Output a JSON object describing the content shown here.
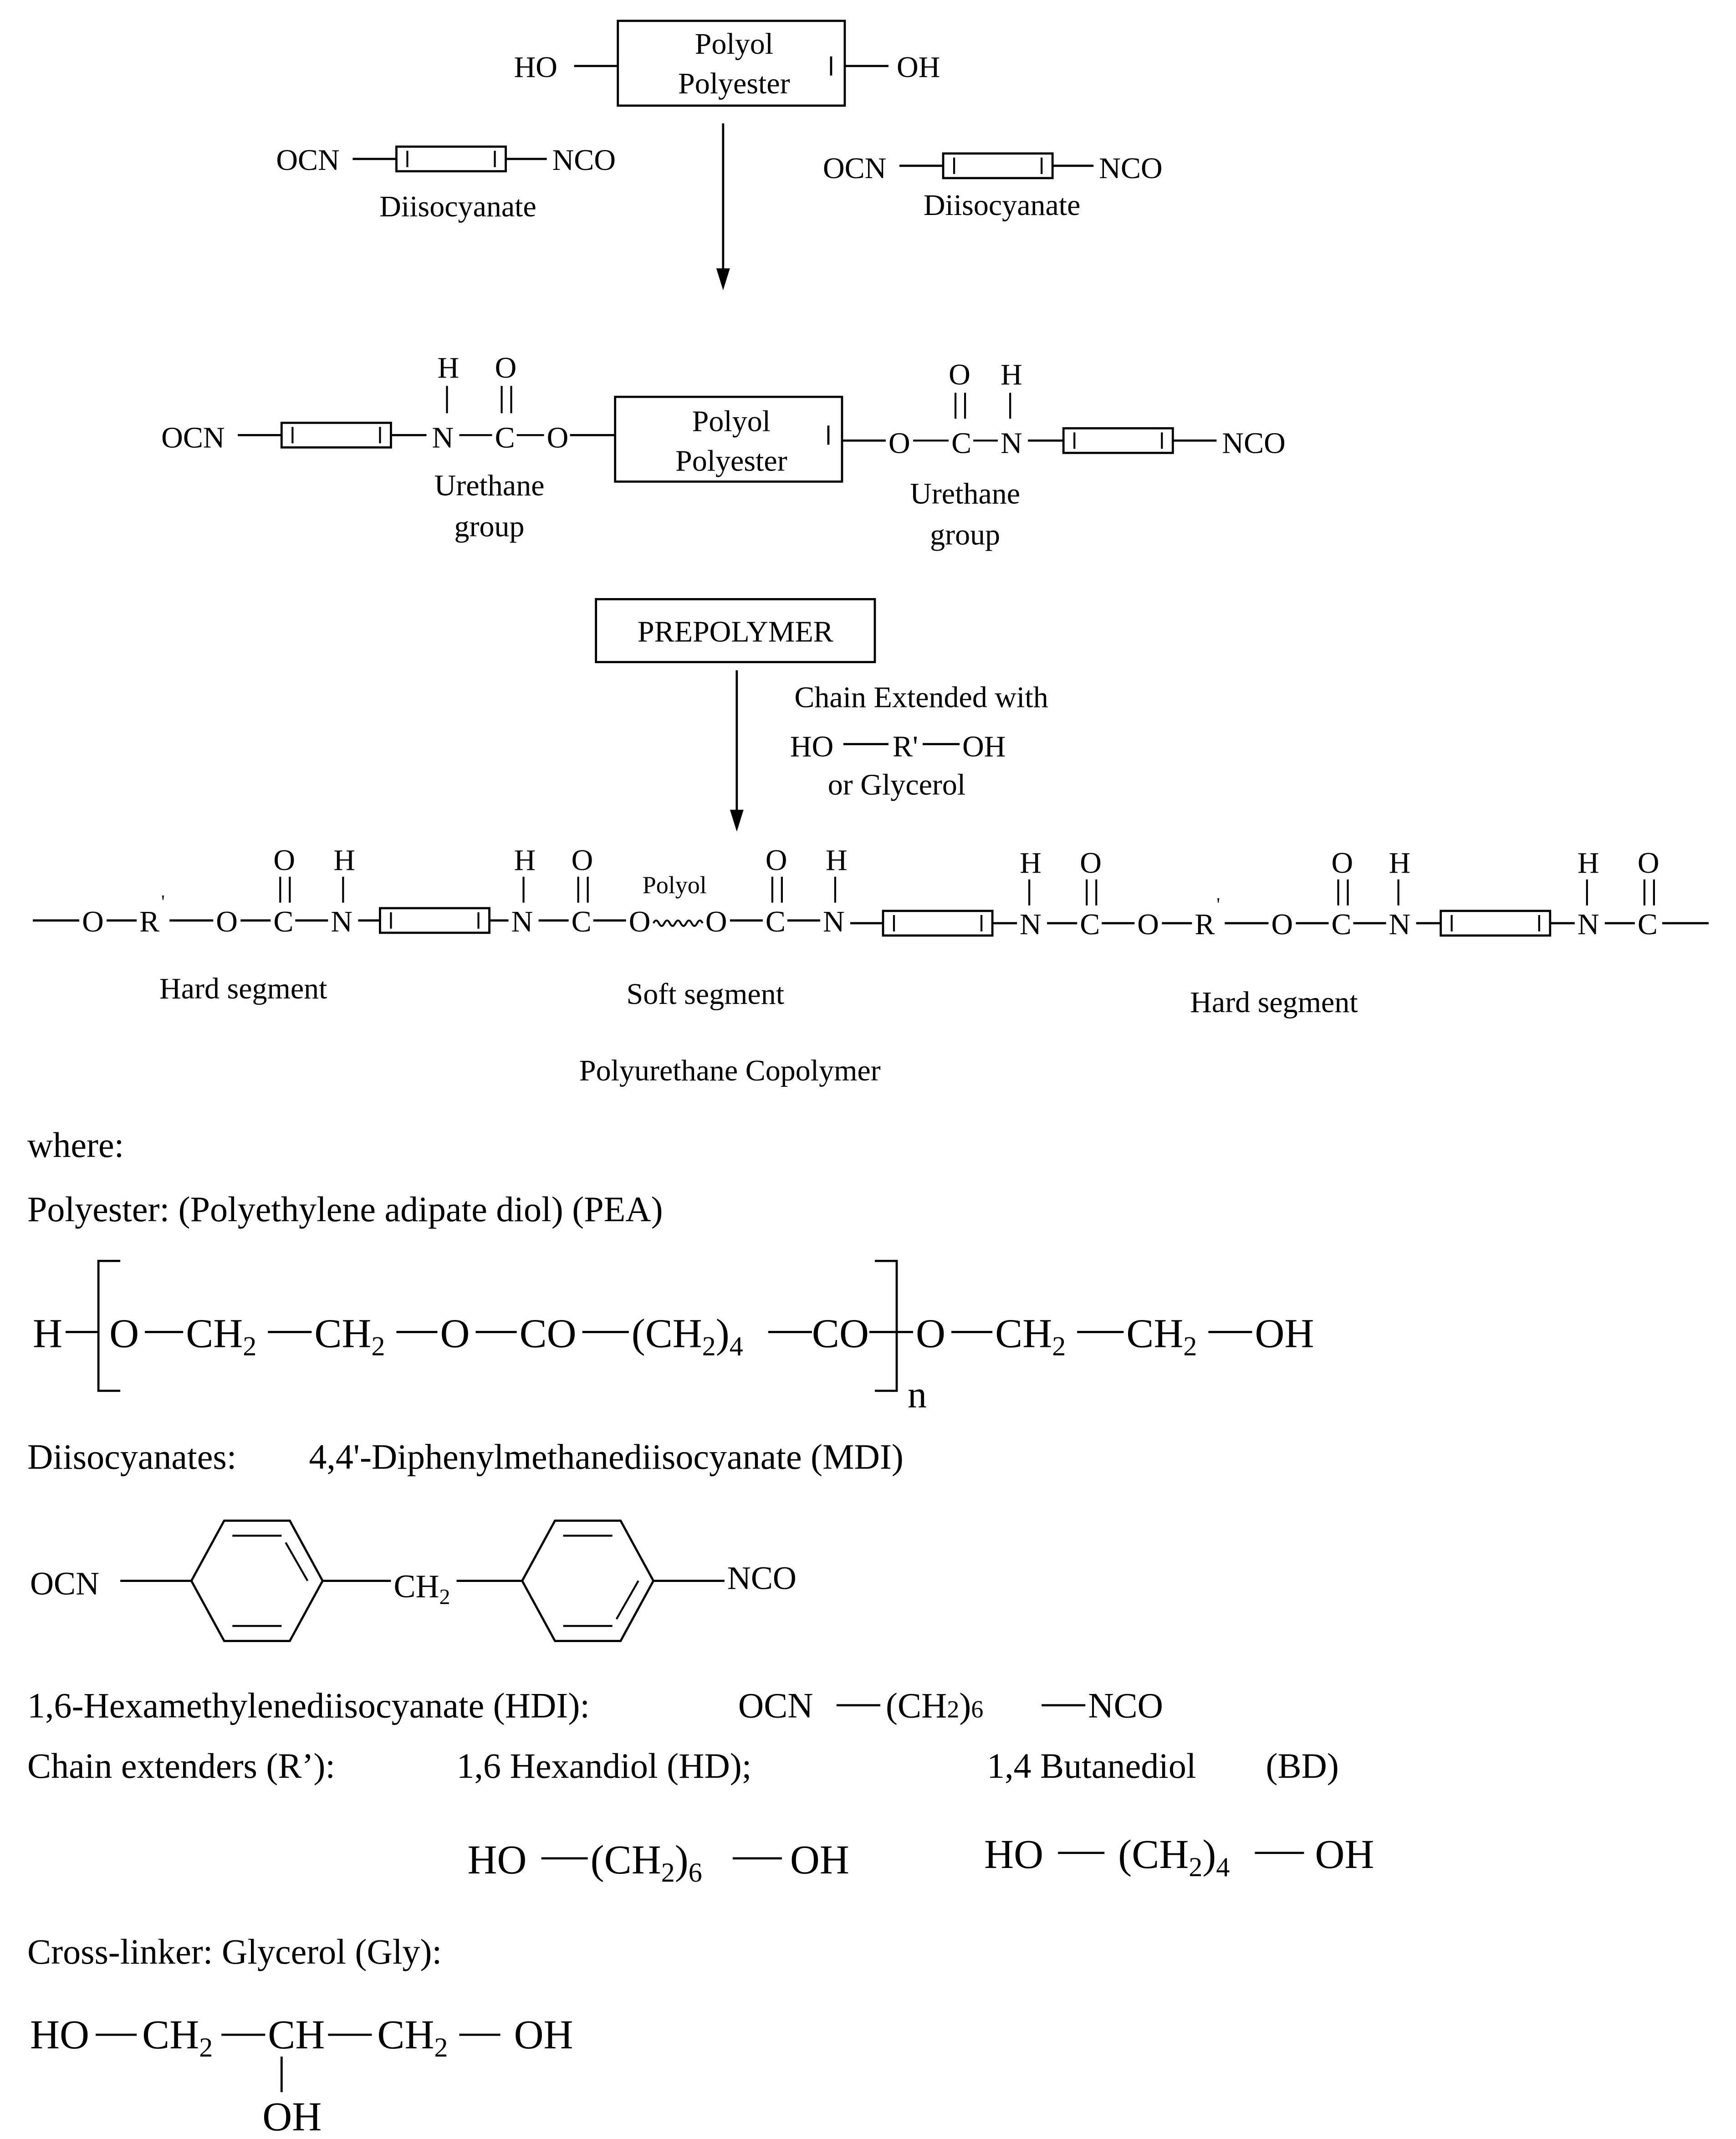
{
  "reaction": {
    "polyol_box": [
      "Polyol",
      "Polyester"
    ],
    "ho": "HO",
    "oh": "OH",
    "ocn": "OCN",
    "nco": "NCO",
    "diisocyanate_label": "Diisocyanate",
    "atoms": {
      "h": "H",
      "o": "O",
      "n": "N",
      "c": "C"
    },
    "urethane_label": [
      "Urethane",
      "group"
    ],
    "prepolymer": "PREPOLYMER",
    "chain_extended": [
      "Chain Extended with",
      "or Glycerol"
    ],
    "r_prime": "R'",
    "r_prime_chain": "R",
    "polyol_small": "Polyol",
    "hard_segment": "Hard segment",
    "soft_segment": "Soft segment",
    "copolymer": "Polyurethane Copolymer"
  },
  "legend": {
    "where": "where:",
    "polyester": "Polyester: (Polyethylene adipate diol) (PEA)",
    "pea_parts": [
      "H",
      "O",
      "CH",
      "CH",
      "O",
      "CO",
      "(CH",
      "CO",
      "O",
      "CH",
      "CH",
      "OH"
    ],
    "sub2": "2",
    "sub4": "4",
    "sub6": "6",
    "n": "n",
    "diisocyanates_label": "Diisocyanates:",
    "mdi_name": "4,4'-Diphenylmethanediisocyanate (MDI)",
    "mdi_ocn": "OCN",
    "mdi_ch2": "CH",
    "mdi_nco": "NCO",
    "hdi_name": "1,6-Hexamethylenediisocyanate (HDI):",
    "hdi_formula": [
      "OCN",
      "(CH",
      ")",
      "NCO"
    ],
    "chain_extenders": "Chain extenders (R’):",
    "hd_name": "1,6 Hexandiol (HD);",
    "bd_name": "1,4 Butanediol",
    "bd_abbr": "(BD)",
    "hd_formula": [
      "HO",
      "(CH",
      ")",
      "OH"
    ],
    "bd_formula": [
      "HO",
      "(CH",
      ")",
      "OH"
    ],
    "crosslinker": "Cross-linker: Glycerol (Gly):",
    "gly_formula": [
      "HO",
      "CH",
      "CH",
      "CH",
      "OH",
      "OH"
    ]
  }
}
